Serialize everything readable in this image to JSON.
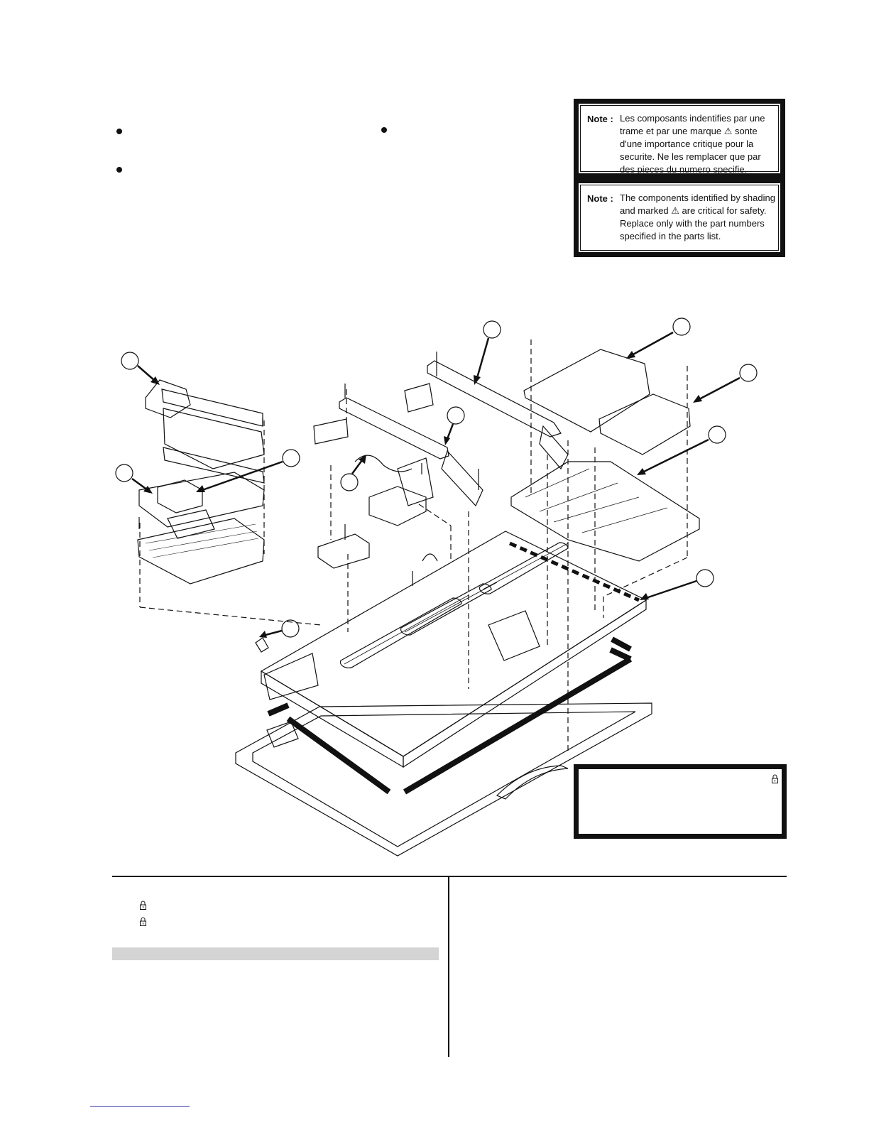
{
  "notes": [
    {
      "label": "Note :",
      "text": "Les composants indentifies par une trame et par une marque ⚠ sonte d'une importance critique pour la securite. Ne les remplacer que par des pieces du numero specifie."
    },
    {
      "label": "Note :",
      "text": "The components identified by shading and marked ⚠ are critical for safety. Replace only with the part numbers specified in the parts list."
    }
  ],
  "icons": {
    "lock": "lock-icon",
    "bullet": "bullet-icon"
  },
  "colors": {
    "ink": "#111111",
    "gray_bar": "#d4d4d4",
    "link": "#3a3aa8"
  }
}
